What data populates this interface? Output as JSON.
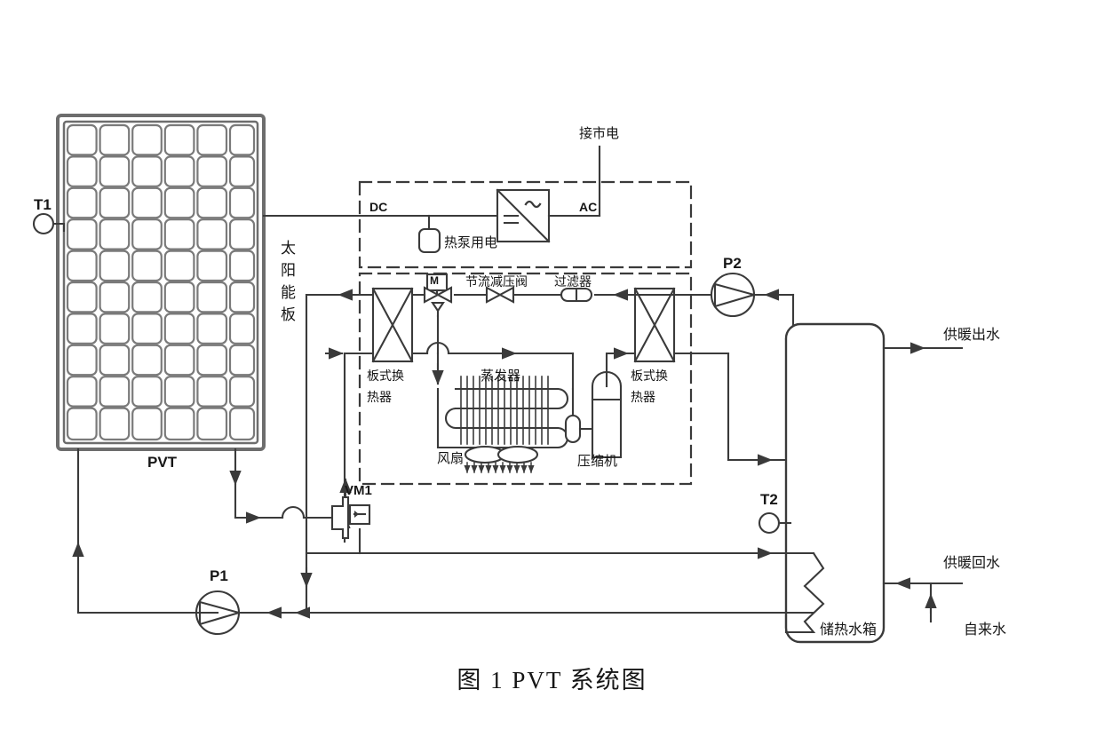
{
  "figure": {
    "caption": "图 1  PVT 系统图",
    "stroke_color": "#3a3a3a",
    "panel_frame_color": "#6d6d6d",
    "background": "#ffffff"
  },
  "solar_panel": {
    "name_label": "PVT",
    "side_label": "太阳能板",
    "columns": 6,
    "rows": 10
  },
  "sensors": [
    {
      "id": "T1",
      "label": "T1"
    },
    {
      "id": "T2",
      "label": "T2"
    }
  ],
  "pumps": [
    {
      "id": "P1",
      "label": "P1"
    },
    {
      "id": "P2",
      "label": "P2"
    }
  ],
  "valves": [
    {
      "id": "VM1",
      "label": "VM1",
      "type": "three-way-motorized"
    },
    {
      "id": "M",
      "label": "M",
      "type": "motorized-valve"
    }
  ],
  "electrical": {
    "grid_label": "接市电",
    "dc_label": "DC",
    "ac_label": "AC",
    "load_label": "热泵用电",
    "inverter_dc_symbol": "=",
    "inverter_ac_symbol": "~"
  },
  "heat_pump": {
    "throttle_valve_label": "节流减压阀",
    "filter_label": "过滤器",
    "evaporator_label": "蒸发器",
    "fan_label": "风扇",
    "compressor_label": "压缩机",
    "plate_hx_left_label": "板式换\n热器",
    "plate_hx_left_line1": "板式换",
    "plate_hx_left_line2": "热器",
    "plate_hx_right_line1": "板式换",
    "plate_hx_right_line2": "热器"
  },
  "tank": {
    "label": "储热水箱",
    "supply_out_label": "供暖出水",
    "supply_return_label": "供暖回水",
    "mains_water_label": "自来水"
  }
}
